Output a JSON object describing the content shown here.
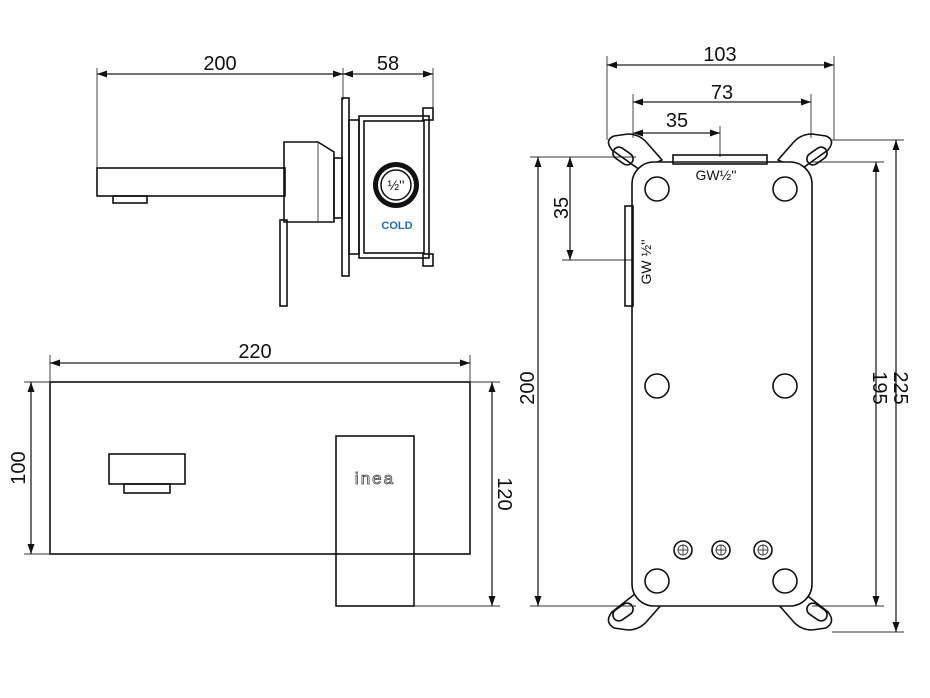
{
  "side_view": {
    "dim_spout_length": "200",
    "dim_body_depth": "58",
    "port_label": "½''",
    "port_name": "COLD",
    "port_color": "#1f6fb5"
  },
  "front_view": {
    "dim_plate_width": "220",
    "dim_plate_height": "100",
    "dim_total_height": "120",
    "brand_logo": "inea"
  },
  "box_view": {
    "dim_total_width": "103",
    "dim_mount_spacing": "73",
    "dim_inlet_offset_x": "35",
    "dim_inlet_offset_y": "35",
    "dim_body_height": "200",
    "dim_inner_height": "195",
    "dim_total_height": "225",
    "top_port_label": "GW½''",
    "side_port_label": "GW ½''"
  }
}
